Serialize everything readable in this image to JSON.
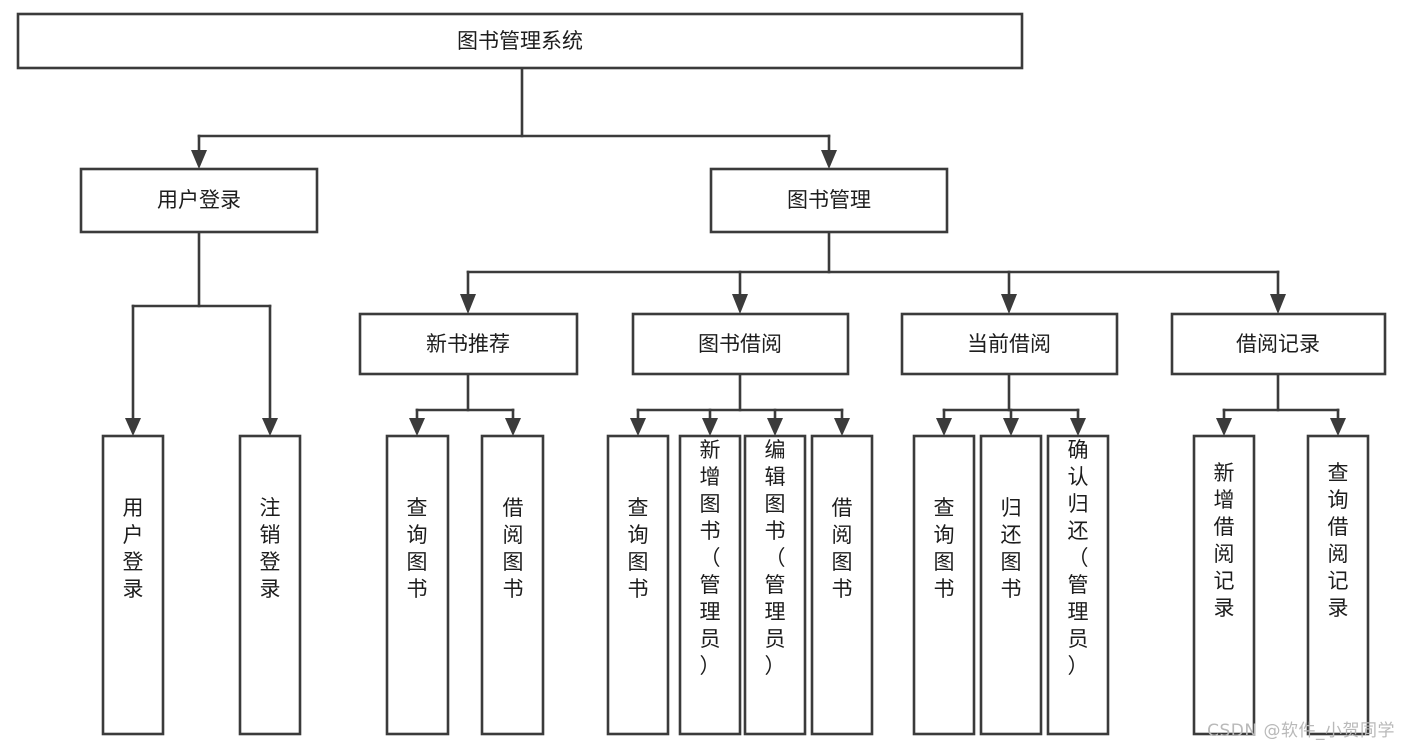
{
  "diagram": {
    "type": "tree",
    "title": "图书管理系统",
    "orientation": "top-down",
    "colors": {
      "stroke": "#3b3b3b",
      "fill": "#ffffff",
      "text": "#1d1d1d",
      "background": "#ffffff",
      "watermark": "#b9b9b9"
    },
    "root": {
      "label": "图书管理系统"
    },
    "level2": [
      {
        "label": "用户登录"
      },
      {
        "label": "图书管理"
      }
    ],
    "level3": [
      {
        "label": "新书推荐"
      },
      {
        "label": "图书借阅"
      },
      {
        "label": "当前借阅"
      },
      {
        "label": "借阅记录"
      }
    ],
    "leaves": {
      "user_login": [
        {
          "label": "用户登录"
        },
        {
          "label": "注销登录"
        }
      ],
      "new_book_recommend": [
        {
          "label": "查询图书"
        },
        {
          "label": "借阅图书"
        }
      ],
      "book_borrow": [
        {
          "label": "查询图书"
        },
        {
          "label": "新增图书（管理员）"
        },
        {
          "label": "编辑图书（管理员）"
        },
        {
          "label": "借阅图书"
        }
      ],
      "current_borrow": [
        {
          "label": "查询图书"
        },
        {
          "label": "归还图书"
        },
        {
          "label": "确认归还（管理员）"
        }
      ],
      "borrow_record": [
        {
          "label": "新增借阅记录"
        },
        {
          "label": "查询借阅记录"
        }
      ]
    }
  },
  "watermark": {
    "text": "CSDN @软件_小贺同学"
  }
}
